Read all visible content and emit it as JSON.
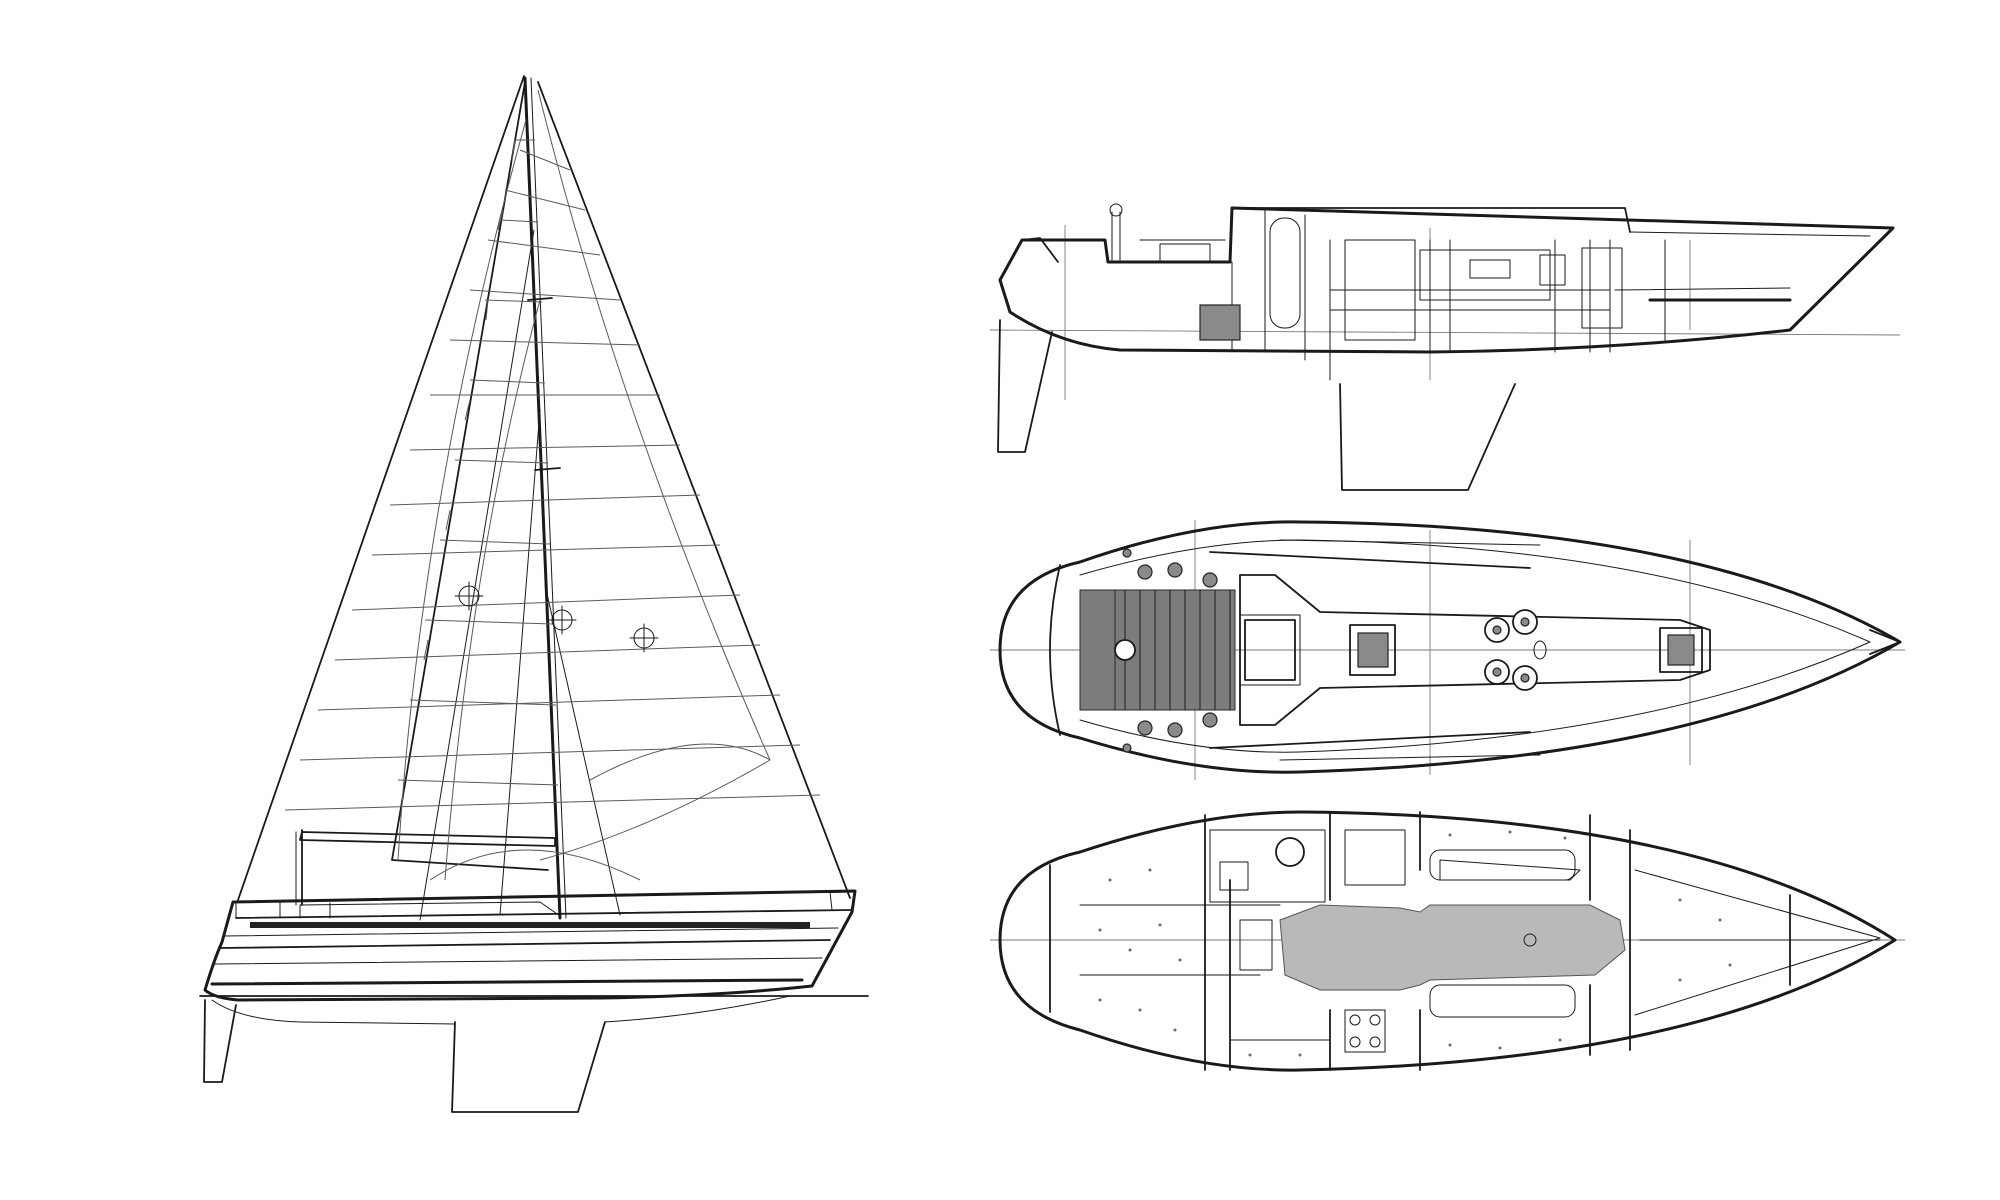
{
  "figure": {
    "background_color": "#ffffff",
    "ink_color": "#1a1a1a",
    "shade_color": "#b9b9b9",
    "views": [
      {
        "id": "sail-plan"
      },
      {
        "id": "inboard-profile"
      },
      {
        "id": "deck-plan"
      },
      {
        "id": "accommodation-plan"
      }
    ]
  }
}
